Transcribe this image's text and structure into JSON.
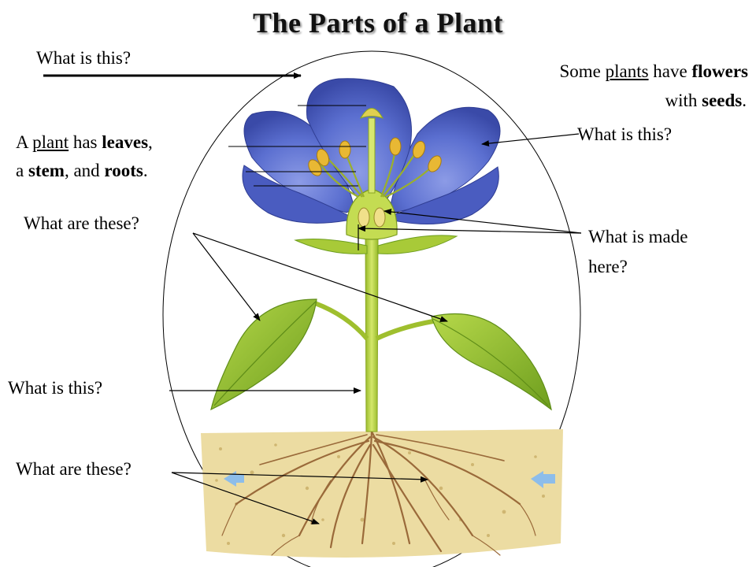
{
  "title": "The Parts of a Plant",
  "labels": {
    "top_question": "What is this?",
    "flower_question": "What is this?",
    "leaves_question": "What are these?",
    "made_question_line1": "What is made",
    "made_question_line2": "here?",
    "stem_question": "What is this?",
    "roots_question": "What are these?"
  },
  "facts": {
    "flowers_text": {
      "some": "Some",
      "plants": "plants",
      "have": "have",
      "flowers": "flowers",
      "with": "with",
      "seeds": "seeds",
      "period": "."
    },
    "plant_parts_text": {
      "a": "A",
      "plant": "plant",
      "has": "has",
      "leaves": "leaves",
      "comma": ",",
      "a2": "a",
      "stem": "stem",
      "and": ", and",
      "roots": "roots",
      "period": "."
    }
  },
  "colors": {
    "petal": "#5b6fd0",
    "petal_dark": "#3a4aa8",
    "stem": "#b5cf3c",
    "leaf": "#8fbf2c",
    "leaf_dark": "#5f8d18",
    "soil": "#e9d79a",
    "root": "#9a6a3a",
    "anther": "#e8b834",
    "arrow_blue": "#7fb4e8"
  }
}
